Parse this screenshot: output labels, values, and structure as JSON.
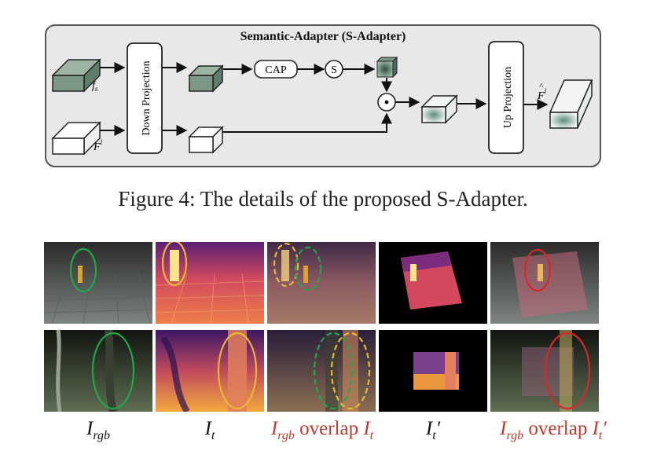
{
  "diagram": {
    "title": "Semantic-Adapter (S-Adapter)",
    "down_projection": "Down Projection",
    "up_projection": "Up Projection",
    "cap": "CAP",
    "sigmoid": "S",
    "multiply": "⊙",
    "input_semantic_label": "f_s",
    "input_feature_label": "F^l",
    "output_feature_label": "F̂^l",
    "colors": {
      "panel_bg": "#e8e8ea",
      "panel_border": "#555",
      "green_box": "#7c9785",
      "white_box": "#ffffff"
    }
  },
  "figure4_caption": "Figure 4: The details of the proposed S-Adapter.",
  "image_grid": {
    "columns": [
      {
        "base": "I",
        "sub": "rgb",
        "prime": "",
        "overlap": false
      },
      {
        "base": "I",
        "sub": "t",
        "prime": "",
        "overlap": false
      },
      {
        "base": "I",
        "sub": "rgb",
        "mid": " overlap ",
        "base2": "I",
        "sub2": "t",
        "prime": "",
        "overlap": true
      },
      {
        "base": "I",
        "sub": "t",
        "prime": "′",
        "overlap": false
      },
      {
        "base": "I",
        "sub": "rgb",
        "mid": " overlap ",
        "base2": "I",
        "sub2": "t",
        "prime": "′",
        "overlap": true
      }
    ],
    "colors": {
      "green_ellipse": "#1fa84a",
      "yellow_ellipse": "#e8b834",
      "red_ellipse": "#d9262a",
      "label_red": "#c0392b"
    }
  }
}
